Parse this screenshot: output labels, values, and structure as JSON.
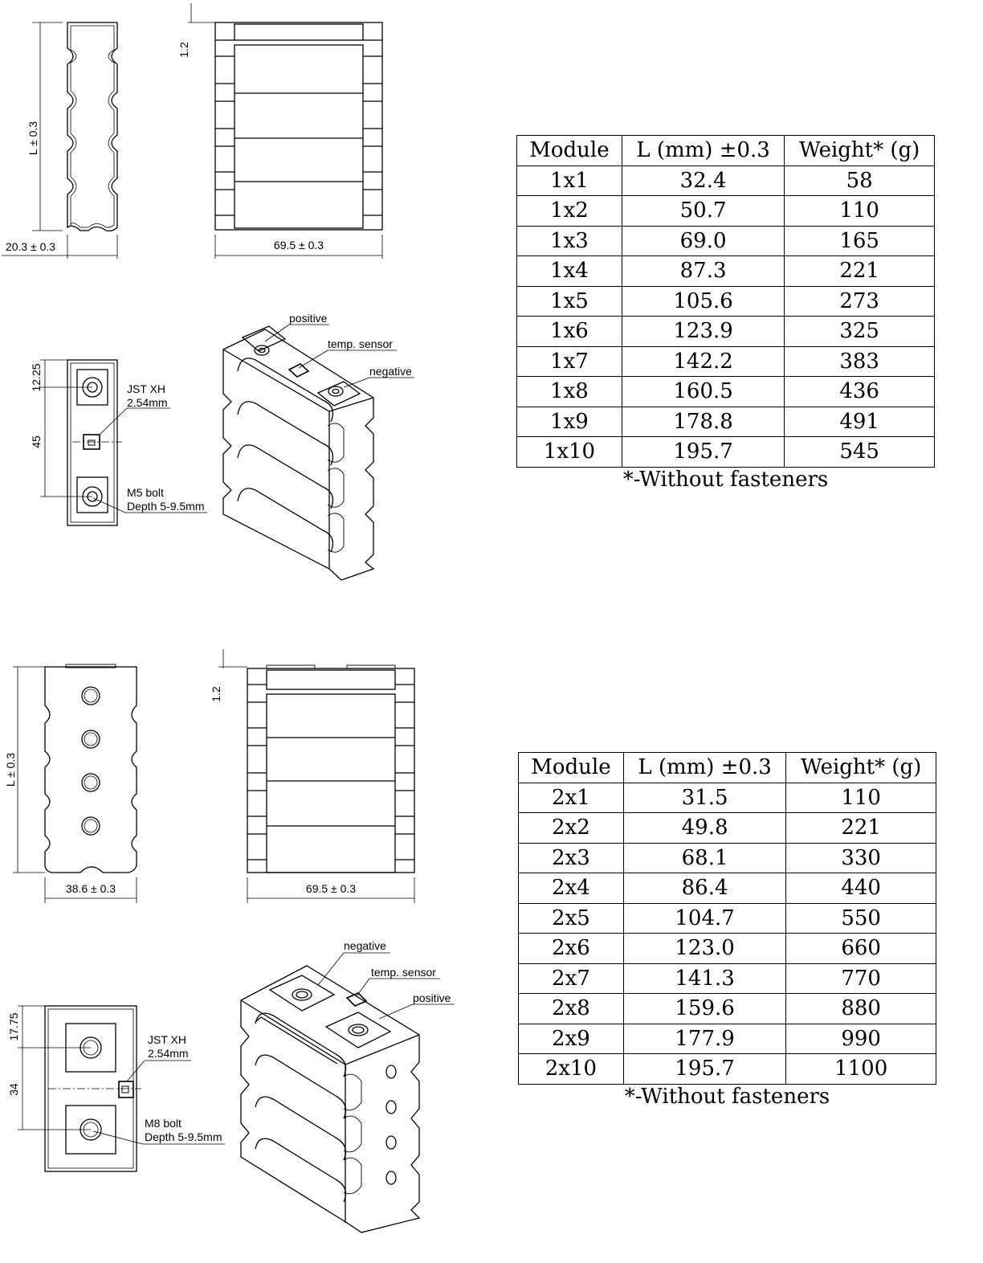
{
  "top": {
    "front_view": {
      "length_dim": "L ± 0.3",
      "width_dim": "20.3 ± 0.3"
    },
    "side_view": {
      "gap_dim": "1.2",
      "width_dim": "69.5 ± 0.3"
    },
    "top_view": {
      "dim_1": "12.25",
      "dim_2": "45",
      "connector_line1": "JST XH",
      "connector_line2": "2.54mm",
      "bolt_line1": "M5 bolt",
      "bolt_line2": "Depth 5-9.5mm"
    },
    "iso_view": {
      "positive": "positive",
      "temp_sensor": "temp. sensor",
      "negative": "negative"
    },
    "table": {
      "headers": [
        "Module",
        "L (mm) ±0.3",
        "Weight* (g)"
      ],
      "rows": [
        [
          "1x1",
          "32.4",
          "58"
        ],
        [
          "1x2",
          "50.7",
          "110"
        ],
        [
          "1x3",
          "69.0",
          "165"
        ],
        [
          "1x4",
          "87.3",
          "221"
        ],
        [
          "1x5",
          "105.6",
          "273"
        ],
        [
          "1x6",
          "123.9",
          "325"
        ],
        [
          "1x7",
          "142.2",
          "383"
        ],
        [
          "1x8",
          "160.5",
          "436"
        ],
        [
          "1x9",
          "178.8",
          "491"
        ],
        [
          "1x10",
          "195.7",
          "545"
        ]
      ],
      "note": "*-Without fasteners"
    }
  },
  "bottom": {
    "front_view": {
      "length_dim": "L ± 0.3",
      "width_dim": "38.6 ± 0.3"
    },
    "side_view": {
      "gap_dim": "1.2",
      "width_dim": "69.5 ± 0.3"
    },
    "top_view": {
      "dim_1": "17.75",
      "dim_2": "34",
      "connector_line1": "JST XH",
      "connector_line2": "2.54mm",
      "bolt_line1": "M8 bolt",
      "bolt_line2": "Depth 5-9.5mm"
    },
    "iso_view": {
      "negative": "negative",
      "temp_sensor": "temp. sensor",
      "positive": "positive"
    },
    "table": {
      "headers": [
        "Module",
        "L (mm) ±0.3",
        "Weight* (g)"
      ],
      "rows": [
        [
          "2x1",
          "31.5",
          "110"
        ],
        [
          "2x2",
          "49.8",
          "221"
        ],
        [
          "2x3",
          "68.1",
          "330"
        ],
        [
          "2x4",
          "86.4",
          "440"
        ],
        [
          "2x5",
          "104.7",
          "550"
        ],
        [
          "2x6",
          "123.0",
          "660"
        ],
        [
          "2x7",
          "141.3",
          "770"
        ],
        [
          "2x8",
          "159.6",
          "880"
        ],
        [
          "2x9",
          "177.9",
          "990"
        ],
        [
          "2x10",
          "195.7",
          "1100"
        ]
      ],
      "note": "*-Without fasteners"
    }
  }
}
